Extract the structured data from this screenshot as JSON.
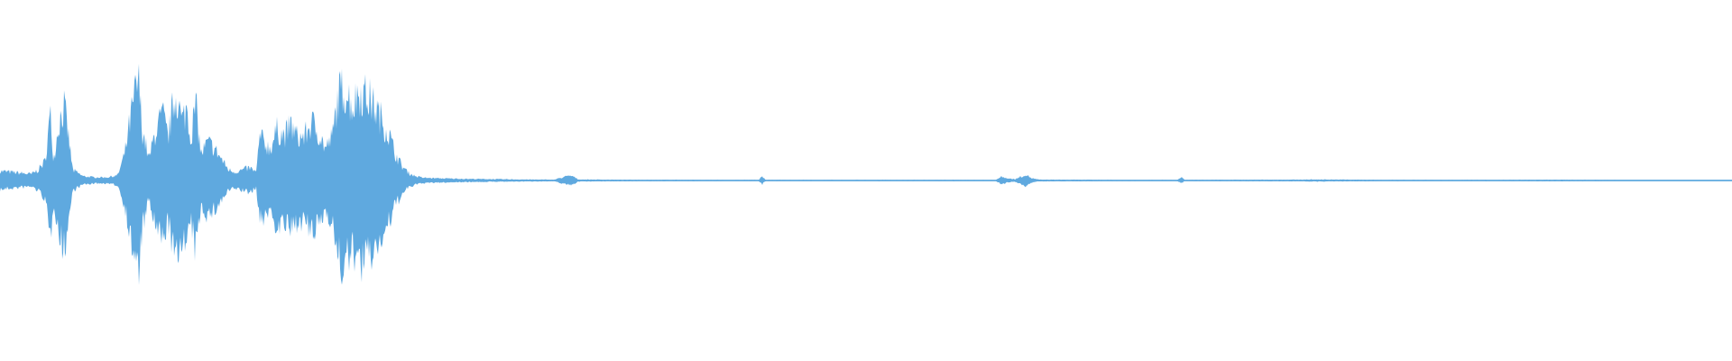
{
  "waveform": {
    "color": "#5fa9df",
    "background": "#ffffff",
    "envelope": [
      [
        0.0,
        0.09
      ],
      [
        0.006,
        0.08
      ],
      [
        0.012,
        0.07
      ],
      [
        0.018,
        0.06
      ],
      [
        0.022,
        0.1
      ],
      [
        0.026,
        0.18
      ],
      [
        0.029,
        0.62
      ],
      [
        0.031,
        0.2
      ],
      [
        0.034,
        0.55
      ],
      [
        0.037,
        0.7
      ],
      [
        0.039,
        0.48
      ],
      [
        0.042,
        0.1
      ],
      [
        0.048,
        0.04
      ],
      [
        0.055,
        0.03
      ],
      [
        0.062,
        0.03
      ],
      [
        0.068,
        0.05
      ],
      [
        0.072,
        0.25
      ],
      [
        0.075,
        0.55
      ],
      [
        0.078,
        0.82
      ],
      [
        0.08,
        0.95
      ],
      [
        0.082,
        0.5
      ],
      [
        0.086,
        0.2
      ],
      [
        0.09,
        0.48
      ],
      [
        0.094,
        0.62
      ],
      [
        0.097,
        0.4
      ],
      [
        0.1,
        0.72
      ],
      [
        0.102,
        0.82
      ],
      [
        0.105,
        0.55
      ],
      [
        0.108,
        0.7
      ],
      [
        0.11,
        0.4
      ],
      [
        0.113,
        0.72
      ],
      [
        0.116,
        0.25
      ],
      [
        0.12,
        0.36
      ],
      [
        0.124,
        0.3
      ],
      [
        0.128,
        0.2
      ],
      [
        0.132,
        0.1
      ],
      [
        0.136,
        0.08
      ],
      [
        0.14,
        0.1
      ],
      [
        0.144,
        0.12
      ],
      [
        0.148,
        0.08
      ],
      [
        0.15,
        0.42
      ],
      [
        0.153,
        0.35
      ],
      [
        0.156,
        0.3
      ],
      [
        0.16,
        0.48
      ],
      [
        0.164,
        0.42
      ],
      [
        0.168,
        0.52
      ],
      [
        0.172,
        0.4
      ],
      [
        0.176,
        0.42
      ],
      [
        0.18,
        0.55
      ],
      [
        0.184,
        0.45
      ],
      [
        0.188,
        0.3
      ],
      [
        0.192,
        0.42
      ],
      [
        0.195,
        0.78
      ],
      [
        0.198,
        0.88
      ],
      [
        0.201,
        0.8
      ],
      [
        0.204,
        0.7
      ],
      [
        0.207,
        0.85
      ],
      [
        0.21,
        0.82
      ],
      [
        0.213,
        0.78
      ],
      [
        0.216,
        0.7
      ],
      [
        0.219,
        0.62
      ],
      [
        0.222,
        0.52
      ],
      [
        0.225,
        0.42
      ],
      [
        0.228,
        0.26
      ],
      [
        0.232,
        0.14
      ],
      [
        0.236,
        0.07
      ],
      [
        0.24,
        0.04
      ],
      [
        0.245,
        0.025
      ],
      [
        0.255,
        0.02
      ],
      [
        0.27,
        0.015
      ],
      [
        0.29,
        0.012
      ],
      [
        0.3,
        0.01
      ],
      [
        0.32,
        0.008
      ],
      [
        0.326,
        0.035
      ],
      [
        0.33,
        0.045
      ],
      [
        0.334,
        0.01
      ],
      [
        0.36,
        0.007
      ],
      [
        0.42,
        0.006
      ],
      [
        0.438,
        0.006
      ],
      [
        0.44,
        0.04
      ],
      [
        0.442,
        0.006
      ],
      [
        0.5,
        0.006
      ],
      [
        0.56,
        0.006
      ],
      [
        0.575,
        0.006
      ],
      [
        0.578,
        0.035
      ],
      [
        0.582,
        0.02
      ],
      [
        0.586,
        0.012
      ],
      [
        0.592,
        0.055
      ],
      [
        0.596,
        0.02
      ],
      [
        0.6,
        0.008
      ],
      [
        0.65,
        0.006
      ],
      [
        0.68,
        0.006
      ],
      [
        0.682,
        0.03
      ],
      [
        0.684,
        0.006
      ],
      [
        0.75,
        0.008
      ],
      [
        0.76,
        0.01
      ],
      [
        0.8,
        0.006
      ],
      [
        0.85,
        0.006
      ],
      [
        0.9,
        0.007
      ],
      [
        0.95,
        0.005
      ],
      [
        1.0,
        0.005
      ]
    ]
  }
}
